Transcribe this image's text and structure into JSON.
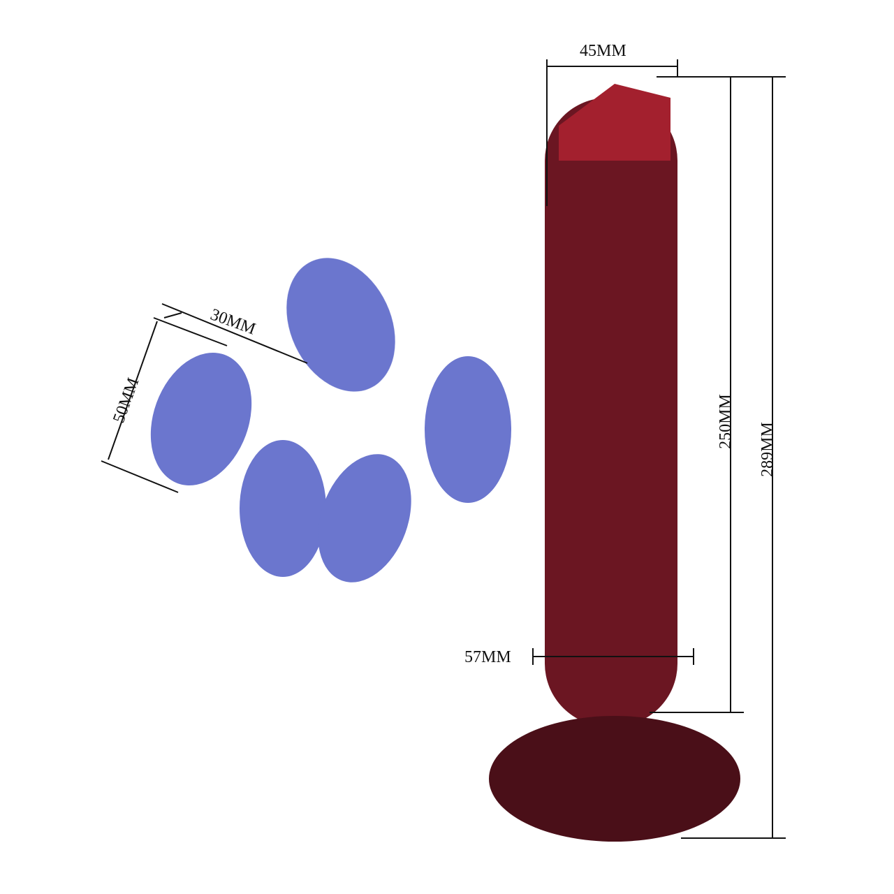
{
  "image": {
    "description": "Product dimension photo on white background",
    "background_color": "#ffffff",
    "item_colors": {
      "main": "#6b1622",
      "main_highlight": "#a3202e",
      "small_items": "#5b67c9"
    }
  },
  "dimensions": {
    "top_width": "45MM",
    "inner_length": "250MM",
    "total_length": "289MM",
    "max_width": "57MM",
    "small_item_length": "50MM",
    "small_item_width": "30MM"
  },
  "small_items_count": 5
}
